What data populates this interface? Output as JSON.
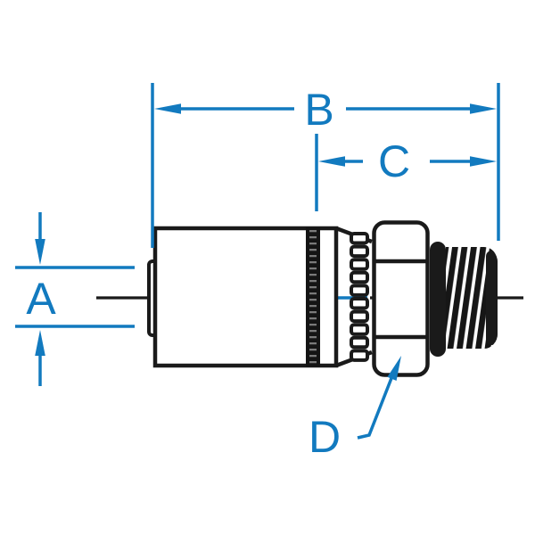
{
  "diagram": {
    "title": "hose-fitting-dimension-drawing",
    "labels": {
      "a": "A",
      "b": "B",
      "c": "C",
      "d": "D"
    },
    "colors": {
      "dimension_blue": "#127ABF",
      "line_black": "#1A1A1A",
      "background": "#FFFFFF"
    }
  }
}
